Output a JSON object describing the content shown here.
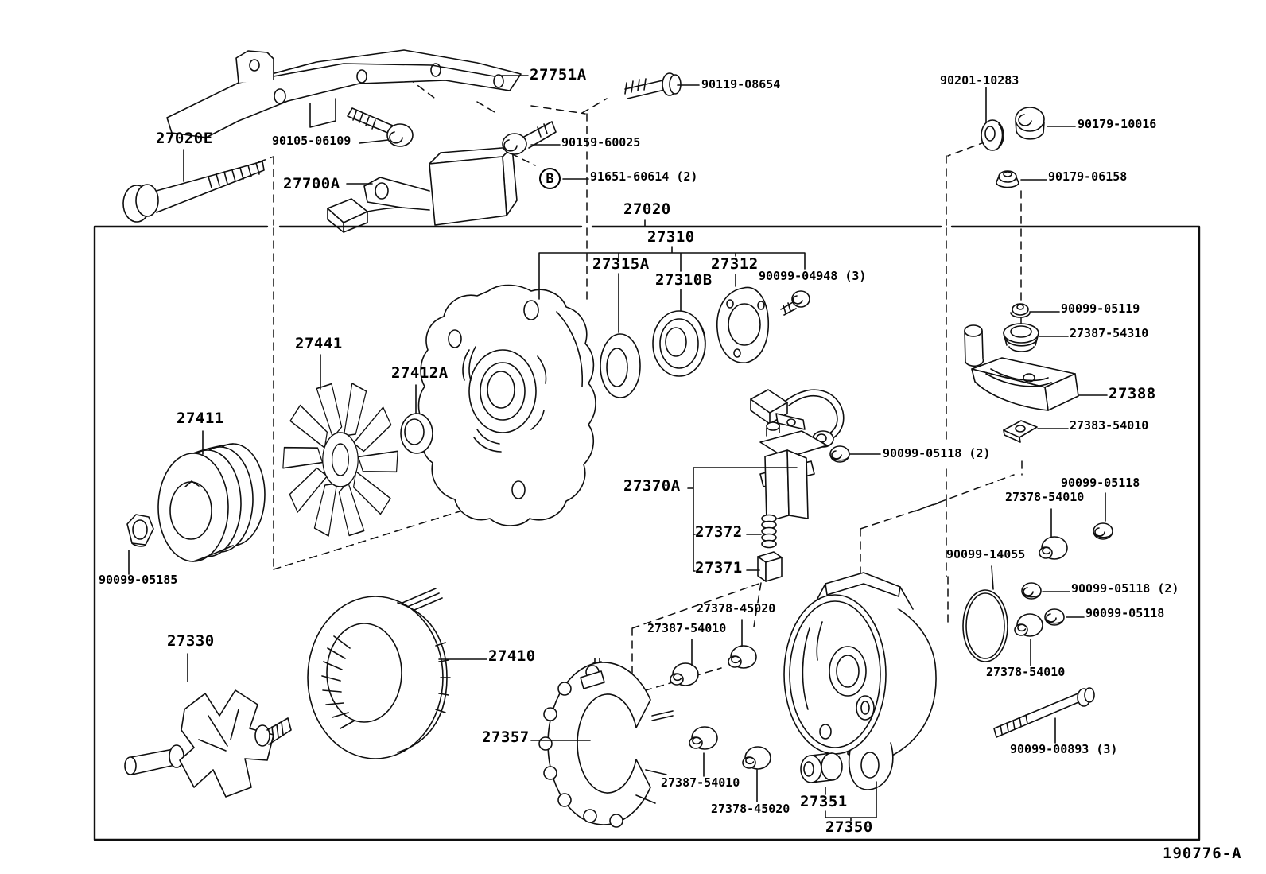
{
  "diagram": {
    "drawing_number": "190776-A",
    "colors": {
      "line": "#0f0f0f",
      "background": "#ffffff"
    },
    "labels": {
      "l27751a": "27751A",
      "l27020e": "27020E",
      "l90105_06109": "90105-06109",
      "l27700a": "27700A",
      "l90159_60025": "90159-60025",
      "b_callout": "B",
      "l91651_60614": "91651-60614 (2)",
      "l90119_08654": "90119-08654",
      "l90201_10283": "90201-10283",
      "l90179_10016": "90179-10016",
      "l90179_06158": "90179-06158",
      "l27020": "27020",
      "l27310": "27310",
      "l27315a": "27315A",
      "l27310b": "27310B",
      "l27312": "27312",
      "l90099_04948": "90099-04948 (3)",
      "l27441": "27441",
      "l27412a": "27412A",
      "l27411": "27411",
      "l90099_05185": "90099-05185",
      "l27330": "27330",
      "l27410": "27410",
      "l27357": "27357",
      "l27370a": "27370A",
      "l27372": "27372",
      "l27371": "27371",
      "l90099_05118_brush": "90099-05118 (2)",
      "l90099_05119": "90099-05119",
      "l27387_54310": "27387-54310",
      "l27388": "27388",
      "l27383_54010": "27383-54010",
      "l27378_54010_upper": "27378-54010",
      "l90099_05118_upper": "90099-05118",
      "l90099_14055": "90099-14055",
      "l90099_05118_mid": "90099-05118 (2)",
      "l90099_05118_lower": "90099-05118",
      "l27378_54010_lower": "27378-54010",
      "l90099_00893": "90099-00893 (3)",
      "l27387_54010_top": "27387-54010",
      "l27378_45020_top": "27378-45020",
      "l27387_54010_bot": "27387-54010",
      "l27378_45020_bot": "27378-45020",
      "l27351": "27351",
      "l27350": "27350"
    }
  }
}
